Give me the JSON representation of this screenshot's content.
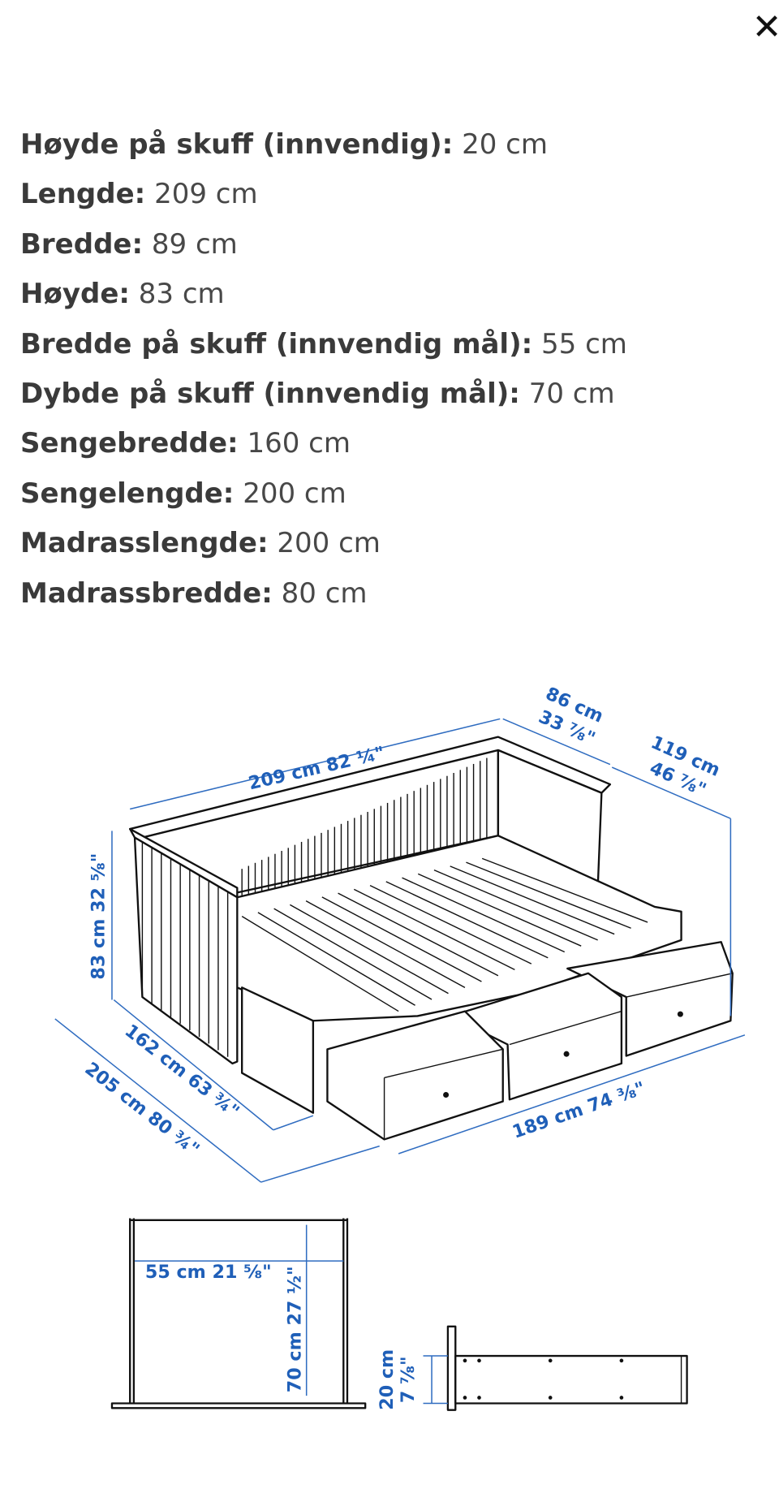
{
  "close_icon": "close-icon",
  "specs": [
    {
      "label": "Høyde på skuff (innvendig):",
      "value": "20 cm"
    },
    {
      "label": "Lengde:",
      "value": "209 cm"
    },
    {
      "label": "Bredde:",
      "value": "89 cm"
    },
    {
      "label": "Høyde:",
      "value": "83 cm"
    },
    {
      "label": "Bredde på skuff (innvendig mål):",
      "value": "55 cm"
    },
    {
      "label": "Dybde på skuff (innvendig mål):",
      "value": "70 cm"
    },
    {
      "label": "Sengebredde:",
      "value": "160 cm"
    },
    {
      "label": "Sengelengde:",
      "value": "200 cm"
    },
    {
      "label": "Madrasslengde:",
      "value": "200 cm"
    },
    {
      "label": "Madrassbredde:",
      "value": "80 cm"
    }
  ],
  "diagram": {
    "length": "209 cm 82 ¼\"",
    "depth_cm": "86 cm",
    "depth_in": "33 ⅞\"",
    "extended_cm": "119 cm",
    "extended_in": "46 ⅞\"",
    "height": "83 cm 32 ⅝\"",
    "bed_width": "162 cm 63 ¾\"",
    "total_width": "205 cm 80 ¾\"",
    "inner_length": "189 cm 74 ⅜\"",
    "drawer_width": "55 cm 21 ⅝\"",
    "drawer_depth": "70 cm 27 ½\"",
    "drawer_height_cm": "20 cm",
    "drawer_height_in": "7 ⅞\"",
    "line_color": "#1f5fb8"
  }
}
